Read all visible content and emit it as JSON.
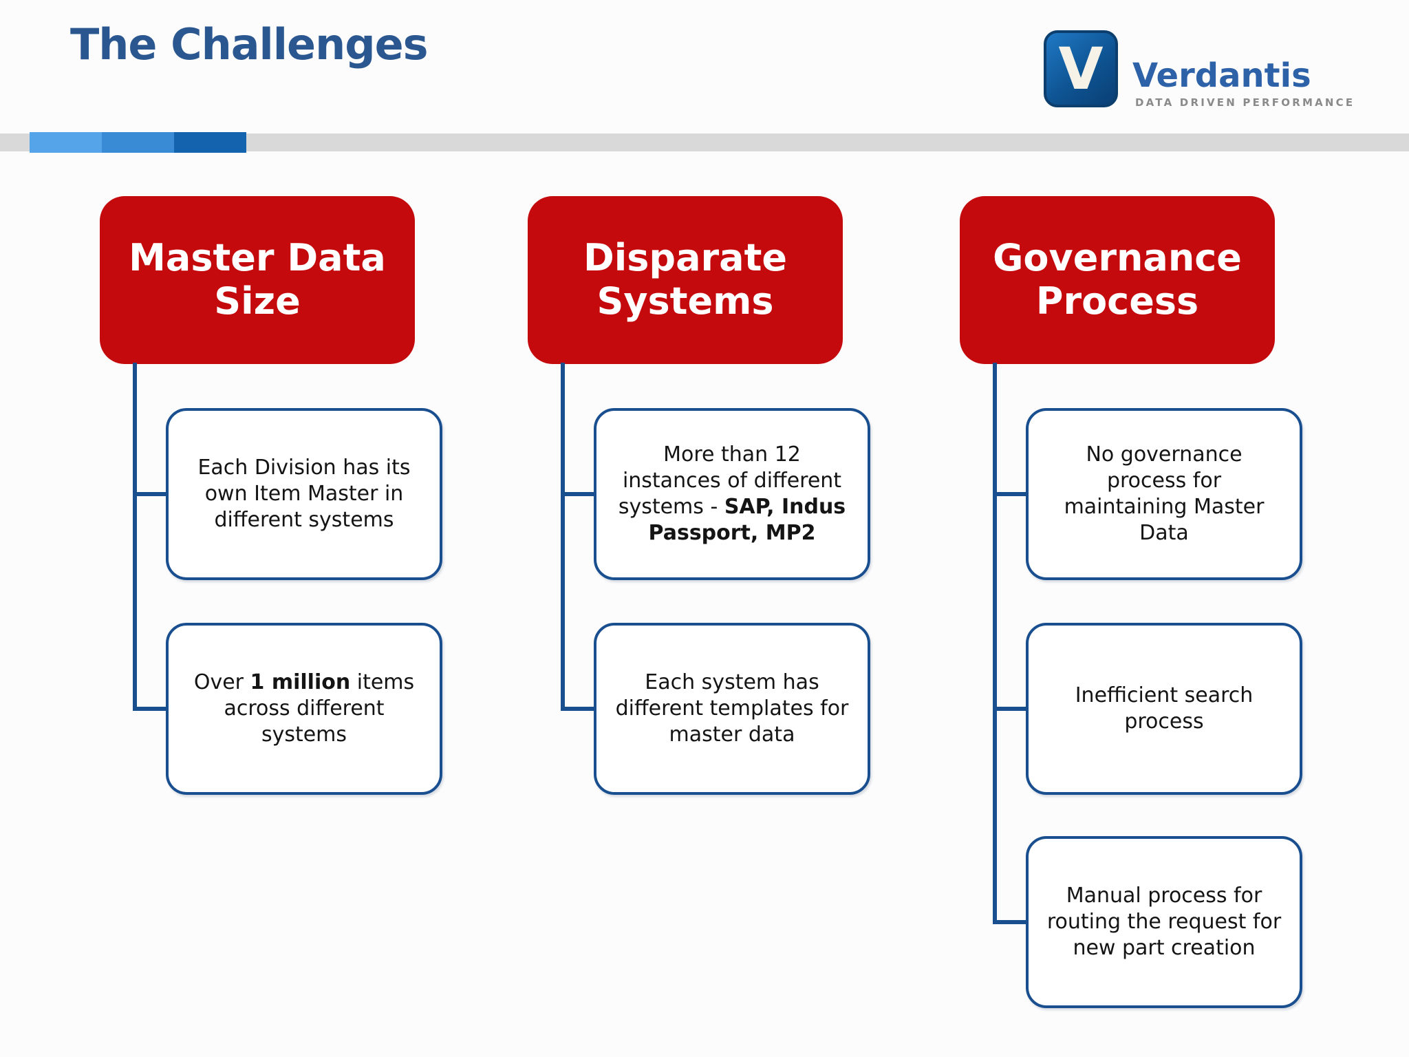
{
  "title": "The Challenges",
  "logo": {
    "letter": "V",
    "brand": "Verdantis",
    "tagline": "DATA DRIVEN PERFORMANCE"
  },
  "accent_bar": {
    "track_color": "#d9d9d9",
    "segment_colors": [
      "#55a3e9",
      "#3a8bd6",
      "#1363ae"
    ]
  },
  "colors": {
    "header_red": "#c40a0c",
    "connector_blue": "#194e8f",
    "title_blue": "#2b5791",
    "body_text": "#141414",
    "logo_blue": "#0e5493",
    "brand_text_blue": "#2d61a8",
    "tagline_gray": "#8a8a8a"
  },
  "columns": [
    {
      "header": "Master Data Size",
      "children": [
        {
          "segments": [
            {
              "text": "Each Division has its own Item Master in different systems",
              "bold": false
            }
          ]
        },
        {
          "segments": [
            {
              "text": "Over ",
              "bold": false
            },
            {
              "text": "1 million",
              "bold": true
            },
            {
              "text": " items across different systems",
              "bold": false
            }
          ]
        }
      ]
    },
    {
      "header": "Disparate Systems",
      "children": [
        {
          "segments": [
            {
              "text": "More than 12 instances of different systems - ",
              "bold": false
            },
            {
              "text": "SAP, Indus Passport, MP2",
              "bold": true
            }
          ]
        },
        {
          "segments": [
            {
              "text": "Each system has different templates for master data",
              "bold": false
            }
          ]
        }
      ]
    },
    {
      "header": "Governance Process",
      "children": [
        {
          "segments": [
            {
              "text": "No governance process for maintaining  Master Data",
              "bold": false
            }
          ]
        },
        {
          "segments": [
            {
              "text": "Inefficient search process",
              "bold": false
            }
          ]
        },
        {
          "segments": [
            {
              "text": "Manual process for routing the request for new part creation",
              "bold": false
            }
          ]
        }
      ]
    }
  ]
}
